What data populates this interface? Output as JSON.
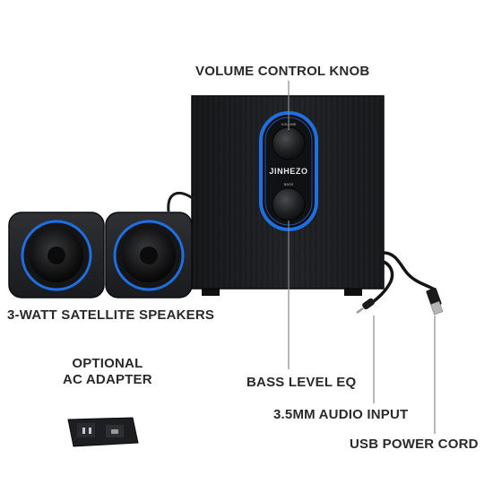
{
  "labels": {
    "volume": "VOLUME CONTROL KNOB",
    "satellite": "3-WATT SATELLITE SPEAKERS",
    "adapter_line1": "OPTIONAL",
    "adapter_line2": "AC ADAPTER",
    "bass": "BASS LEVEL EQ",
    "audio": "3.5MM AUDIO INPUT",
    "usb": "USB POWER CORD"
  },
  "product": {
    "brand": "JINHEZO",
    "knob_top_label": "VOLUME",
    "knob_bottom_label": "BASS"
  },
  "colors": {
    "accent_blue": "#1f6fe0",
    "cabinet": "#1b1c1e",
    "label_text": "#2a2a2a"
  }
}
